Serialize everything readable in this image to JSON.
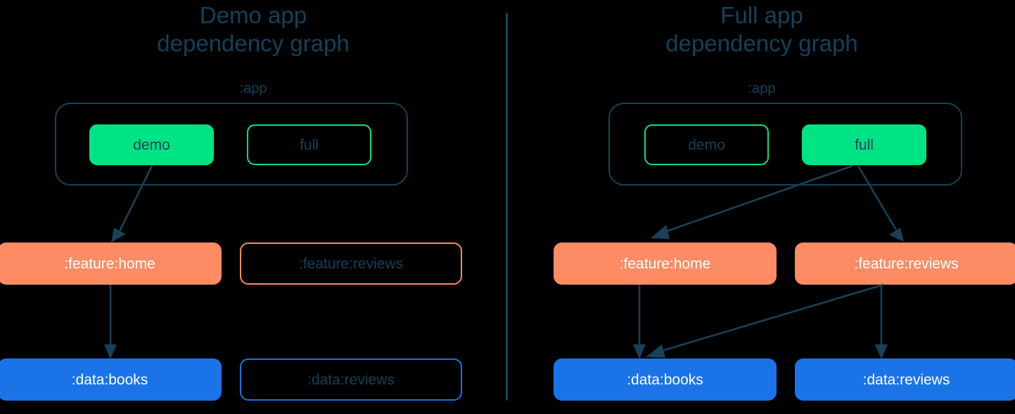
{
  "diagram": {
    "background_color": "#000000",
    "accent_colors": {
      "ink": "#15405a",
      "edge": "#174257",
      "app_module": "#00e385",
      "feature_module": "#fd8b64",
      "data_module": "#1b73e8"
    }
  },
  "panels": [
    {
      "id": "demo-app",
      "title": "Demo app\ndependency graph",
      "title_line1": "Demo app",
      "title_line2": "dependency graph",
      "group_label": ":app",
      "nodes": {
        "demo": {
          "label": "demo",
          "state": "active",
          "color": "#00e385"
        },
        "full": {
          "label": "full",
          "state": "inactive",
          "color": "#00e385"
        },
        "feature_home": {
          "label": ":feature:home",
          "state": "active",
          "color": "#fd8b64"
        },
        "feature_reviews": {
          "label": ":feature:reviews",
          "state": "inactive",
          "color": "#fd8b64"
        },
        "data_books": {
          "label": ":data:books",
          "state": "active",
          "color": "#1b73e8"
        },
        "data_reviews": {
          "label": ":data:reviews",
          "state": "inactive",
          "color": "#1b73e8"
        }
      },
      "edges": [
        {
          "from": "demo",
          "to": ":feature:home"
        },
        {
          "from": ":feature:home",
          "to": ":data:books"
        }
      ]
    },
    {
      "id": "full-app",
      "title": "Full app\ndependency graph",
      "title_line1": "Full app",
      "title_line2": "dependency graph",
      "group_label": ":app",
      "nodes": {
        "demo": {
          "label": "demo",
          "state": "inactive",
          "color": "#00e385"
        },
        "full": {
          "label": "full",
          "state": "active",
          "color": "#00e385"
        },
        "feature_home": {
          "label": ":feature:home",
          "state": "active",
          "color": "#fd8b64"
        },
        "feature_reviews": {
          "label": ":feature:reviews",
          "state": "active",
          "color": "#fd8b64"
        },
        "data_books": {
          "label": ":data:books",
          "state": "active",
          "color": "#1b73e8"
        },
        "data_reviews": {
          "label": ":data:reviews",
          "state": "active",
          "color": "#1b73e8"
        }
      },
      "edges": [
        {
          "from": "full",
          "to": ":feature:home"
        },
        {
          "from": "full",
          "to": ":feature:reviews"
        },
        {
          "from": ":feature:home",
          "to": ":data:books"
        },
        {
          "from": ":feature:reviews",
          "to": ":data:books"
        },
        {
          "from": ":feature:reviews",
          "to": ":data:reviews"
        }
      ]
    }
  ]
}
